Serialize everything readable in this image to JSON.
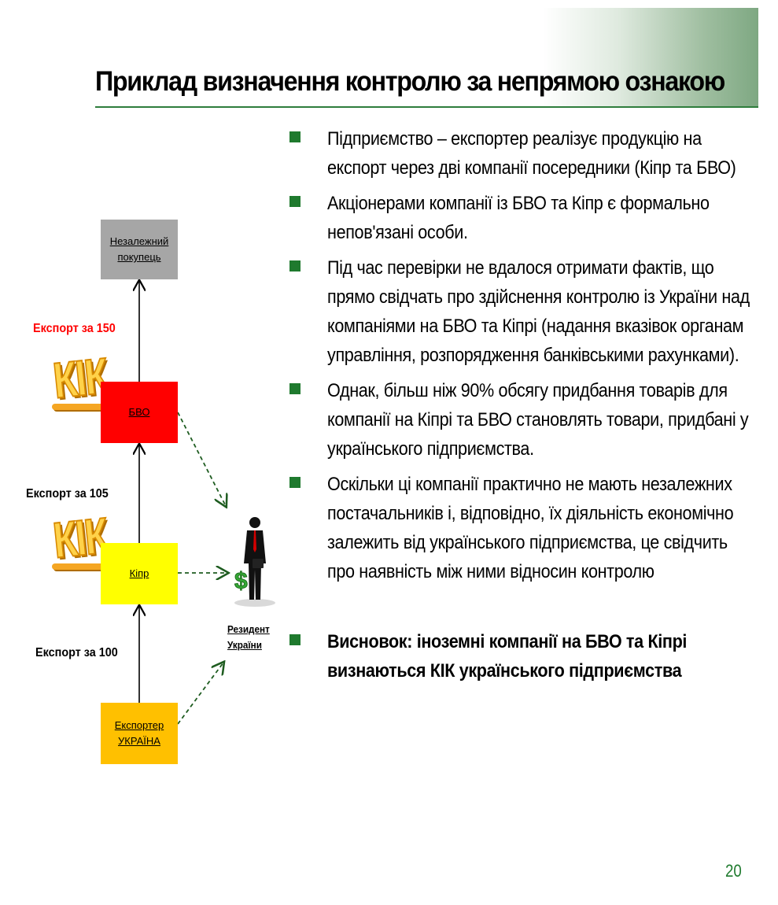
{
  "slide": {
    "title": "Приклад визначення контролю за непрямою ознакою",
    "page_number": "20",
    "accent_color": "#1f7a2e"
  },
  "diagram": {
    "nodes": {
      "buyer": [
        "Незалежний",
        "покупець"
      ],
      "bvo": "БВО",
      "cyprus": "Кіпр",
      "exporter": [
        "Експортер",
        "УКРАЇНА"
      ],
      "resident": [
        "Резидент",
        "України"
      ]
    },
    "node_colors": {
      "buyer": "#a6a6a6",
      "bvo": "#ff0000",
      "cyprus": "#ffff00",
      "exporter": "#ffc000"
    },
    "edge_labels": {
      "export_150": "Експорт за 150",
      "export_105": "Експорт за 105",
      "export_100": "Експорт за 100"
    },
    "kik_badge": "КІК"
  },
  "bullets": [
    "Підприємство – експортер реалізує продукцію на експорт через дві компанії посередники (Кіпр та БВО)",
    "Акціонерами компанії із БВО та Кіпр є формально непов'язані особи.",
    "Під час перевірки не вдалося отримати фактів, що прямо свідчать про здійснення контролю із України над компаніями на БВО та Кіпрі (надання вказівок органам управління, розпорядження банківськими рахунками).",
    "Однак, більш ніж 90% обсягу придбання товарів для компанії на Кіпрі та БВО становлять товари, придбані у українського підприємства.",
    "Оскільки ці компанії практично не мають незалежних постачальників і, відповідно, їх діяльність економічно залежить від українського підприємства, це свідчить про наявність між ними відносин контролю"
  ],
  "conclusion": "Висновок: іноземні компанії на БВО та Кіпрі визнаються КІК українського підприємства"
}
